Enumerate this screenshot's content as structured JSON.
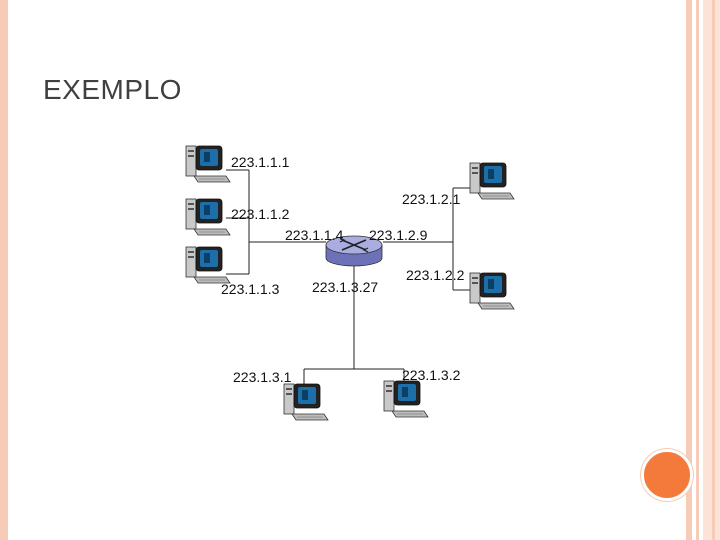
{
  "slide": {
    "title": "EXEMPLO"
  },
  "diagram": {
    "labels": {
      "h111": "223.1.1.1",
      "h112": "223.1.1.2",
      "h113": "223.1.1.3",
      "r114": "223.1.1.4",
      "r129": "223.1.2.9",
      "r1327": "223.1.3.27",
      "h121": "223.1.2.1",
      "h122": "223.1.2.2",
      "h131": "223.1.3.1",
      "h132": "223.1.3.2"
    },
    "icons": {
      "host": "desktop-computer-icon",
      "router": "router-icon"
    },
    "colors": {
      "accent": "#f47a3c",
      "frame": "#f6cbb8",
      "router": "#8a8fd0",
      "monitor": "#1c6fa8"
    }
  }
}
